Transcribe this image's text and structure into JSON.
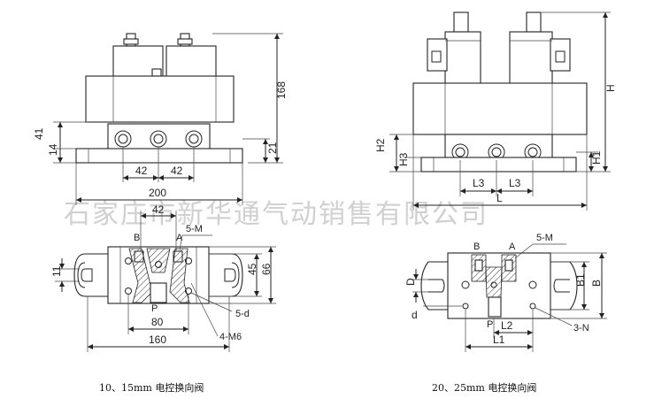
{
  "watermark": "石家庄市新华通气动销售有限公司",
  "left": {
    "caption": "10、15mm 电控换向阀",
    "dims": {
      "h168": "168",
      "h41": "41",
      "h14": "14",
      "h21": "21",
      "w42a": "42",
      "w42b": "42",
      "w200": "200",
      "top42": "42",
      "w80": "80",
      "w160": "160",
      "h11": "11",
      "h45": "45",
      "h66": "66",
      "port_5d": "5-d",
      "port_4m6": "4-M6",
      "port_5m": "5-M",
      "pB": "B",
      "pA": "A",
      "pP": "P"
    }
  },
  "right": {
    "caption": "20、25mm 电控换向阀",
    "dims": {
      "H": "H",
      "H2": "H2",
      "H3": "H3",
      "H1": "H1",
      "L3a": "L3",
      "L3b": "L3",
      "L": "L",
      "L1": "L1",
      "L2": "L2",
      "P": "P",
      "D": "D",
      "d": "d",
      "B1": "B1",
      "B": "B",
      "port_5m": "5-M",
      "port_3n": "3-N",
      "pB": "B",
      "pA": "A"
    }
  }
}
